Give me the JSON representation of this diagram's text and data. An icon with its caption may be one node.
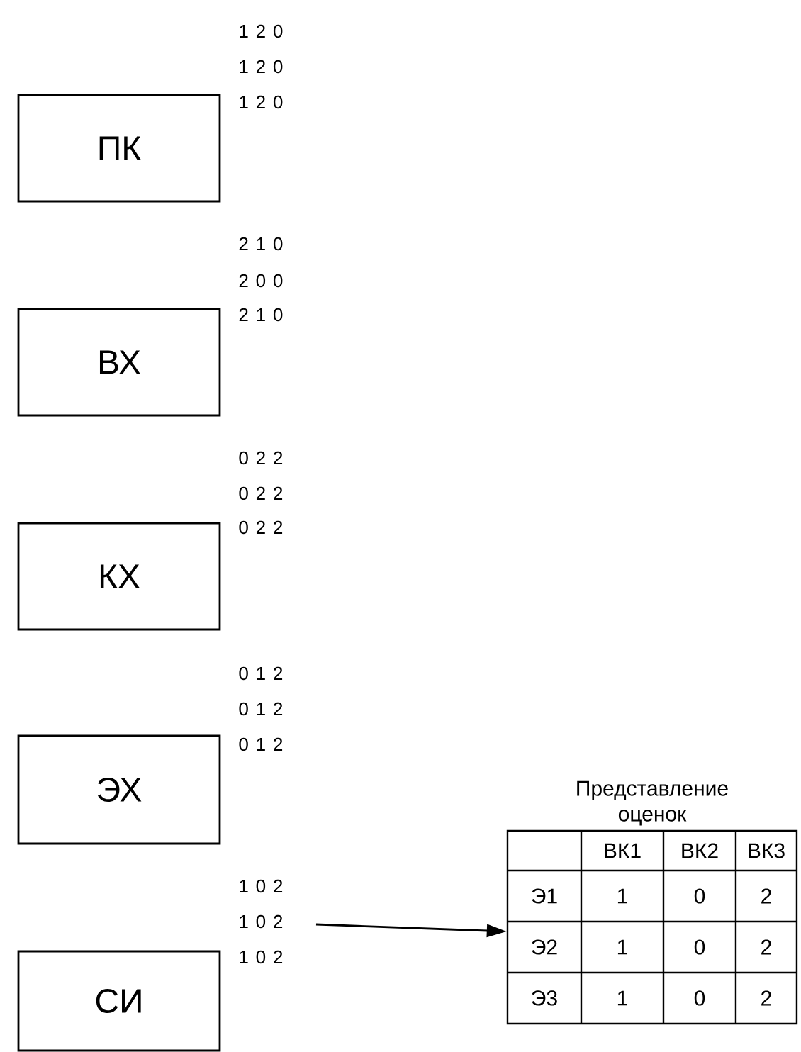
{
  "diagram": {
    "nodes": [
      {
        "text": [
          "ПК"
        ],
        "beside": [
          "1 2 0",
          "1 2 0",
          "1 2 0"
        ]
      },
      {
        "text": [
          "ВХ"
        ],
        "beside": [
          "2 1 0",
          "2 0 0",
          "2 1 0"
        ]
      },
      {
        "text": [
          "КХ"
        ],
        "beside": [
          "0 2 2",
          "0 2 2",
          "0 2 2"
        ]
      },
      {
        "text": [
          "ЭХ"
        ],
        "beside": [
          "0 1 2",
          "0 1 2",
          "0 1 2"
        ]
      },
      {
        "text": [
          "СИ"
        ],
        "beside": [
          "1 0 2",
          "1 0 2",
          "1 0 2"
        ]
      },
      {
        "text": [
          "Представление оценок"
        ]
      }
    ],
    "edges": [
      {
        "from": null,
        "to": 5,
        "arrow": "to"
      }
    ],
    "labels": [
      "ВК1",
      "ВК2",
      "ВК3",
      "Э1",
      "1",
      "0",
      "2",
      "Э2",
      "1",
      "0",
      "2",
      "Э3",
      "1",
      "0",
      "2"
    ]
  }
}
